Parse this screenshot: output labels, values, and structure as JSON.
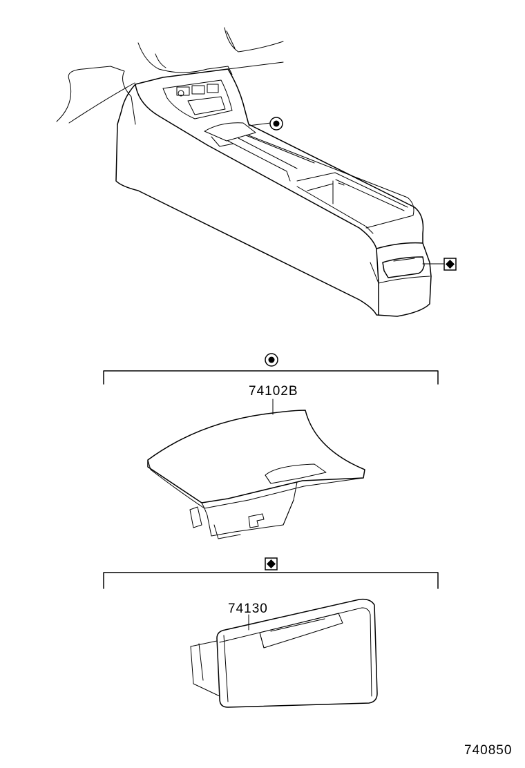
{
  "parts": [
    {
      "number": "74102B",
      "symbol": "circle-dot-icon"
    },
    {
      "number": "74130",
      "symbol": "diamond-in-square-icon"
    }
  ],
  "diagram_code": "740850"
}
